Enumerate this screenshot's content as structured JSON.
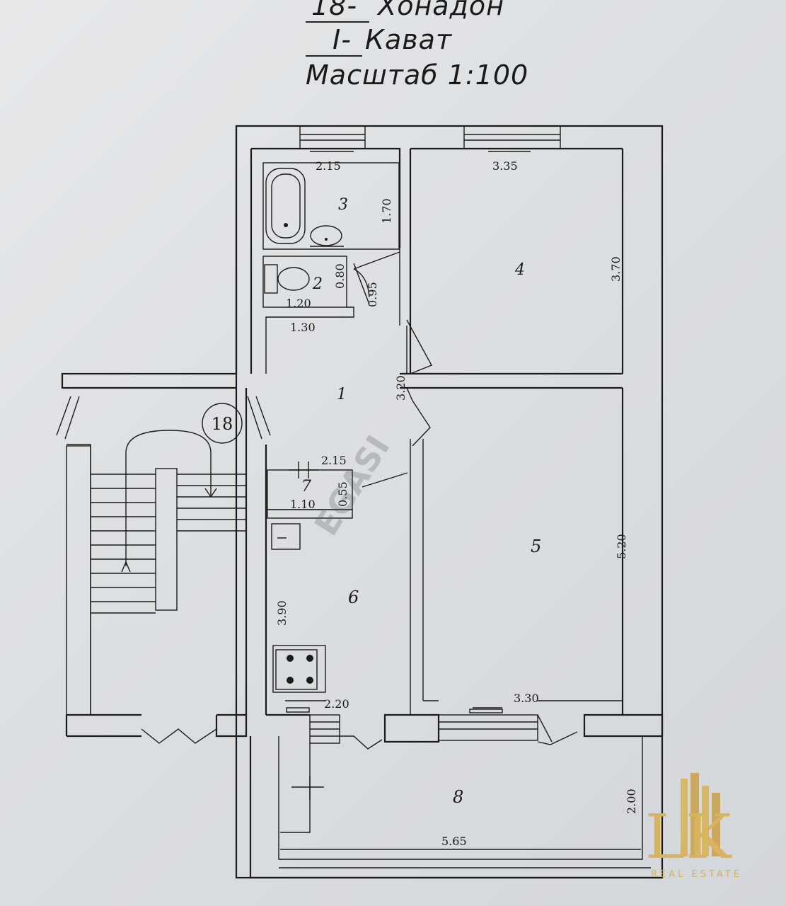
{
  "header": {
    "line1_number": "18-",
    "line1_text": "Хонадон",
    "line2_number": "I-",
    "line2_text": "Кават",
    "line3": "Масштаб 1:100"
  },
  "rooms": {
    "r1": "1",
    "r2": "2",
    "r3": "3",
    "r4": "4",
    "r5": "5",
    "r6": "6",
    "r7": "7",
    "r8": "8"
  },
  "apartment_badge": "18",
  "dimensions": {
    "d_2_15_top": "2.15",
    "d_1_70": "1.70",
    "d_3_35": "3.35",
    "d_3_70": "3.70",
    "d_0_80": "0.80",
    "d_0_95": "0.95",
    "d_1_20": "1.20",
    "d_1_30": "1.30",
    "d_3_20": "3.20",
    "d_2_15_mid": "2.15",
    "d_0_55": "0.55",
    "d_1_10": "1.10",
    "d_5_20": "5.20",
    "d_3_90": "3.90",
    "d_2_20": "2.20",
    "d_3_30": "3.30",
    "d_2_00": "2.00",
    "d_5_65": "5.65"
  },
  "watermark": "EGASI",
  "logo": {
    "letters": "LK",
    "tagline": "REAL ESTATE",
    "color": "#d6b25a"
  }
}
